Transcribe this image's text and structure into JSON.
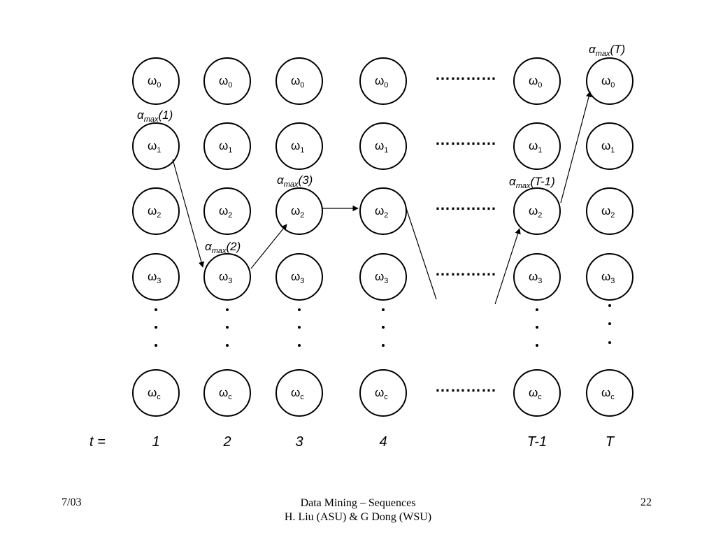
{
  "columns": [
    {
      "t": "1"
    },
    {
      "t": "2"
    },
    {
      "t": "3"
    },
    {
      "t": "4"
    },
    {
      "t": "T-1"
    },
    {
      "t": "T"
    }
  ],
  "rows": [
    {
      "sym": "ω",
      "sub": "0"
    },
    {
      "sym": "ω",
      "sub": "1"
    },
    {
      "sym": "ω",
      "sub": "2"
    },
    {
      "sym": "ω",
      "sub": "3"
    },
    {
      "sym": "ω",
      "sub": "c"
    }
  ],
  "t_prefix": "t =",
  "ellipsis": "…………",
  "alpha_labels": [
    {
      "greek": "α",
      "sub": "max",
      "arg": "(1)"
    },
    {
      "greek": "α",
      "sub": "max",
      "arg": "(2)"
    },
    {
      "greek": "α",
      "sub": "max",
      "arg": "(3)"
    },
    {
      "greek": "α",
      "sub": "max",
      "arg": "(T-1)"
    },
    {
      "greek": "α",
      "sub": "max",
      "arg": "(T)"
    }
  ],
  "footer": {
    "date": "7/03",
    "title_line1": "Data Mining – Sequences",
    "title_line2": "H. Liu (ASU) & G Dong (WSU)",
    "page": "22"
  }
}
